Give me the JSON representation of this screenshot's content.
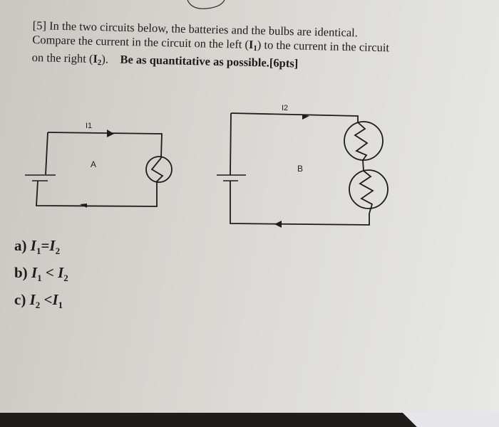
{
  "question": {
    "number": "[5]",
    "line1": "In the two circuits below, the batteries and the bulbs are identical.",
    "line2": "Compare the current in the circuit on the left (",
    "line2_symbol": "I",
    "line2_sub": "1",
    "line2_end": ") to the current in the circuit",
    "line3_start": "on the right (",
    "line3_symbol": "I",
    "line3_sub": "2",
    "line3_end": ").",
    "instruction": "Be as quantitative as possible.[6pts]"
  },
  "circuits": [
    {
      "id": "A",
      "label": "A",
      "current_label": "I1",
      "bulbs": 1,
      "configuration": "single"
    },
    {
      "id": "B",
      "label": "B",
      "current_label": "I2",
      "bulbs": 2,
      "configuration": "series"
    }
  ],
  "options": [
    {
      "letter": "a)",
      "lhs": "I",
      "lhs_sub": "1",
      "op": "=",
      "rhs": "I",
      "rhs_sub": "2"
    },
    {
      "letter": "b)",
      "lhs": "I",
      "lhs_sub": "1",
      "op": "<",
      "rhs": "I",
      "rhs_sub": "2"
    },
    {
      "letter": "c)",
      "lhs": "I",
      "lhs_sub": "2",
      "op": "<",
      "rhs": "I",
      "rhs_sub": "1"
    }
  ],
  "colors": {
    "ink": "#1c1c1c",
    "paper": "#d8d6d1",
    "bottom_edge": "#1e1d1c"
  }
}
